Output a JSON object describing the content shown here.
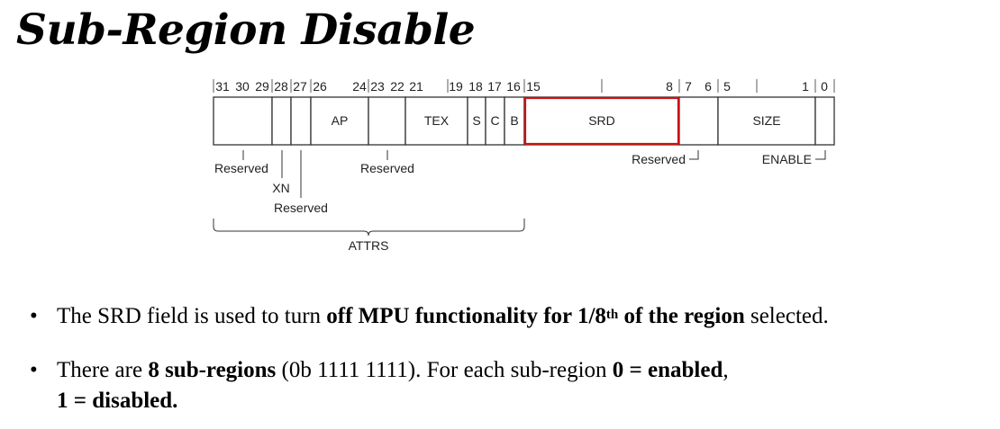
{
  "slide": {
    "title": "Sub-Region Disable"
  },
  "register": {
    "bit_numbers": [
      {
        "label": "31",
        "bit": 31
      },
      {
        "label": "30",
        "bit": 30
      },
      {
        "label": "29",
        "bit": 29
      },
      {
        "label": "28",
        "bit": 28
      },
      {
        "label": "27",
        "bit": 27
      },
      {
        "label": "26",
        "bit": 26
      },
      {
        "label": "24",
        "bit": 24
      },
      {
        "label": "23",
        "bit": 23
      },
      {
        "label": "22",
        "bit": 22
      },
      {
        "label": "21",
        "bit": 21
      },
      {
        "label": "19",
        "bit": 19
      },
      {
        "label": "18",
        "bit": 18
      },
      {
        "label": "17",
        "bit": 17
      },
      {
        "label": "16",
        "bit": 16
      },
      {
        "label": "15",
        "bit": 15
      },
      {
        "label": "8",
        "bit": 8
      },
      {
        "label": "7",
        "bit": 7
      },
      {
        "label": "6",
        "bit": 6
      },
      {
        "label": "5",
        "bit": 5
      },
      {
        "label": "1",
        "bit": 1
      },
      {
        "label": "0",
        "bit": 0
      }
    ],
    "fields": [
      {
        "name": "",
        "hi": 31,
        "lo": 29
      },
      {
        "name": "",
        "hi": 28,
        "lo": 28
      },
      {
        "name": "",
        "hi": 27,
        "lo": 27
      },
      {
        "name": "AP",
        "hi": 26,
        "lo": 24
      },
      {
        "name": "",
        "hi": 23,
        "lo": 22
      },
      {
        "name": "TEX",
        "hi": 21,
        "lo": 19
      },
      {
        "name": "S",
        "hi": 18,
        "lo": 18
      },
      {
        "name": "C",
        "hi": 17,
        "lo": 17
      },
      {
        "name": "B",
        "hi": 16,
        "lo": 16
      },
      {
        "name": "SRD",
        "hi": 15,
        "lo": 8,
        "highlight": true
      },
      {
        "name": "",
        "hi": 7,
        "lo": 6
      },
      {
        "name": "SIZE",
        "hi": 5,
        "lo": 1
      },
      {
        "name": "",
        "hi": 0,
        "lo": 0
      }
    ],
    "annotations": {
      "reserved_31_29": "Reserved",
      "xn": "XN",
      "reserved_27": "Reserved",
      "reserved_23_22": "Reserved",
      "reserved_7_6": "Reserved",
      "enable": "ENABLE",
      "attrs": "ATTRS"
    },
    "colors": {
      "line": "#333333",
      "highlight": "#cc1111",
      "text": "#222222"
    }
  },
  "bullets": {
    "b1": {
      "p1": "The SRD field is used to turn ",
      "p2": "off MPU functionality for 1/8",
      "sup": "th",
      "p3": "  of the region",
      "p4": " selected."
    },
    "b2": {
      "p1": "There are ",
      "p2": "8 sub-regions",
      "p3": " (0b 1111 1111). For each sub-region ",
      "p4": "0  = enabled",
      "p5": ",",
      "p6": "1 = disabled."
    }
  }
}
